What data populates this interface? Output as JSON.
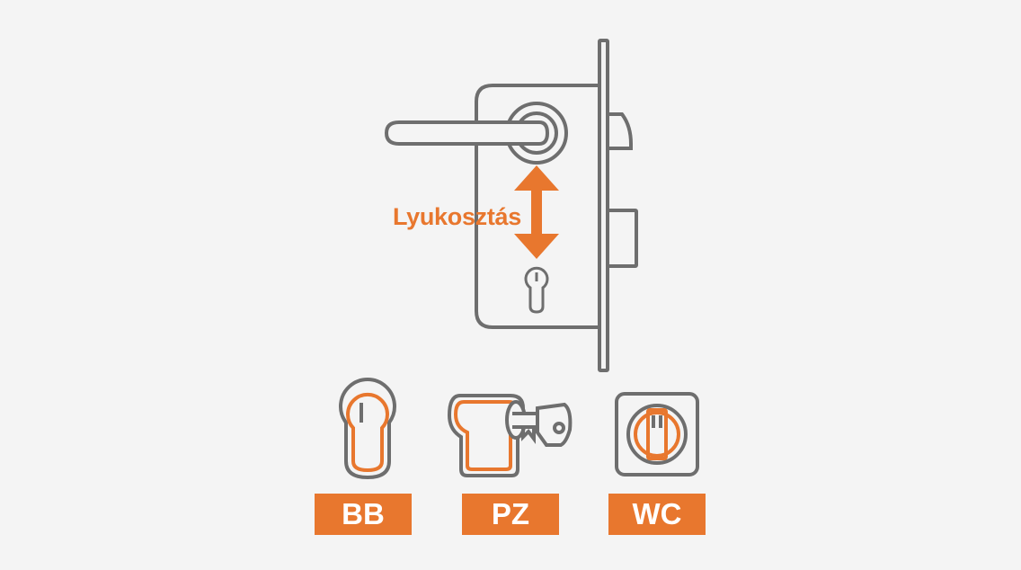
{
  "colors": {
    "accent": "#e8772e",
    "line": "#6e6e6e",
    "background": "#f4f4f4",
    "badge_text": "#ffffff"
  },
  "diagram": {
    "distance_label": "Lyukosztás"
  },
  "lock_types": [
    {
      "label": "BB",
      "icon": "bb-keyhole-icon"
    },
    {
      "label": "PZ",
      "icon": "pz-cylinder-key-icon"
    },
    {
      "label": "WC",
      "icon": "wc-thumbturn-icon"
    }
  ]
}
